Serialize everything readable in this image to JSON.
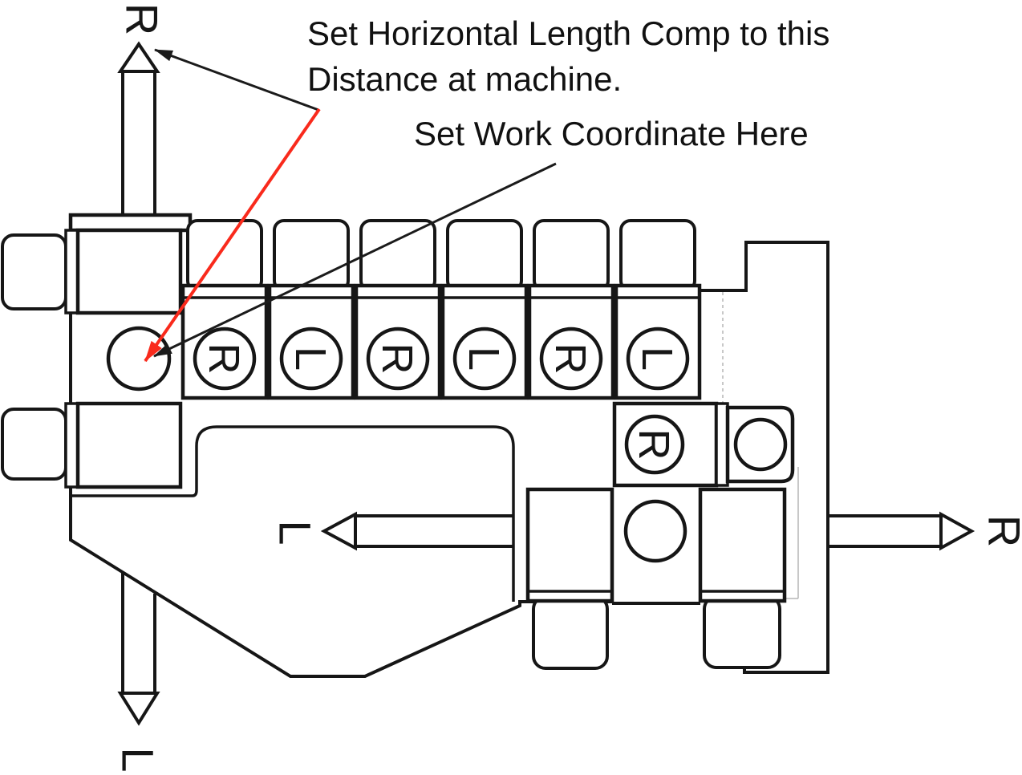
{
  "annotations": {
    "line1": "Set Horizontal Length Comp to this",
    "line2": "Distance at machine.",
    "work_coordinate": "Set Work Coordinate Here"
  },
  "axis_labels": {
    "vertical_top": "R",
    "vertical_bottom": "L",
    "horizontal_left": "L",
    "horizontal_right": "R"
  },
  "stations": [
    "R",
    "L",
    "R",
    "L",
    "R",
    "L"
  ],
  "sub_station_letter": "R",
  "colors": {
    "line": "#161616",
    "red_arrow": "#f92a1c",
    "background": "#ffffff"
  }
}
